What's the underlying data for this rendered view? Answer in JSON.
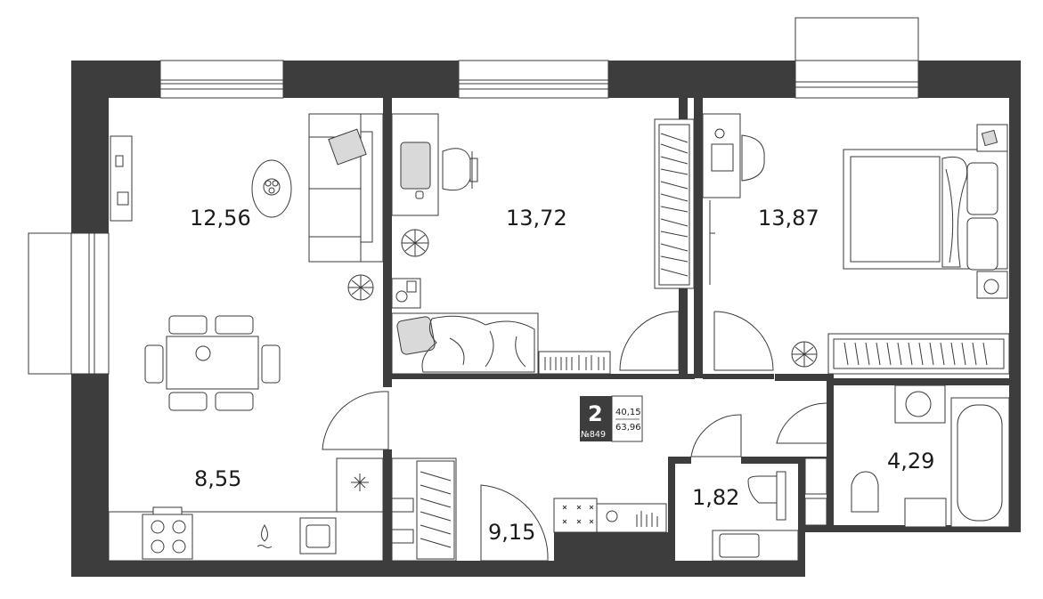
{
  "plan": {
    "rooms": [
      {
        "id": "living",
        "area": "12,56"
      },
      {
        "id": "bedroom-1",
        "area": "13,72"
      },
      {
        "id": "bedroom-2",
        "area": "13,87"
      },
      {
        "id": "kitchen",
        "area": "8,55"
      },
      {
        "id": "hallway",
        "area": "9,15"
      },
      {
        "id": "toilet",
        "area": "1,82"
      },
      {
        "id": "bathroom",
        "area": "4,29"
      }
    ],
    "badge": {
      "rooms_count": "2",
      "apartment_number": "№849",
      "living_area": "40,15",
      "total_area": "63,96"
    }
  }
}
